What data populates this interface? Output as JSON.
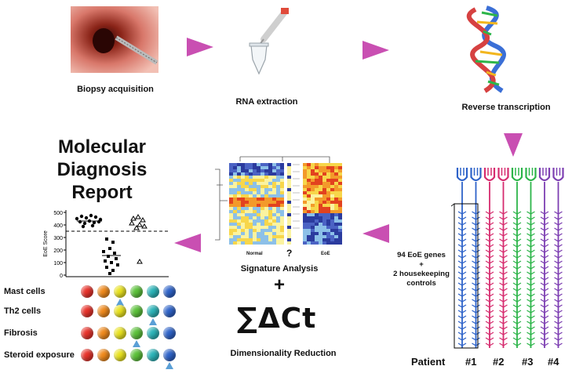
{
  "steps": {
    "biopsy": "Biopsy acquisition",
    "rna": "RNA extraction",
    "reverse": "Reverse transcription",
    "signature": "Signature Analysis",
    "plus": "+",
    "formula": "∑ΔCt",
    "dimred": "Dimensionality Reduction"
  },
  "report": {
    "title_lines": [
      "Molecular",
      "Diagnosis",
      "Report"
    ]
  },
  "scatter": {
    "ylabel": "EoE Score",
    "yticks": [
      "500",
      "400",
      "300",
      "200",
      "100",
      "0"
    ]
  },
  "heatmap": {
    "label_normal": "Normal",
    "label_question": "?",
    "label_eoe": "EoE"
  },
  "categories": [
    "Mast cells",
    "Th2 cells",
    "Fibrosis",
    "Steroid exposure"
  ],
  "ball_colors": [
    "#e8322a",
    "#f08a1c",
    "#e9e21f",
    "#5cc23a",
    "#2ab3b8",
    "#2e63c9"
  ],
  "chip": {
    "genes_line1": "94 EoE genes",
    "genes_line2": "+",
    "genes_line3": "2 housekeeping",
    "genes_line4": "controls",
    "patient_label": "Patient",
    "patients": [
      "#1",
      "#2",
      "#3",
      "#4"
    ]
  }
}
